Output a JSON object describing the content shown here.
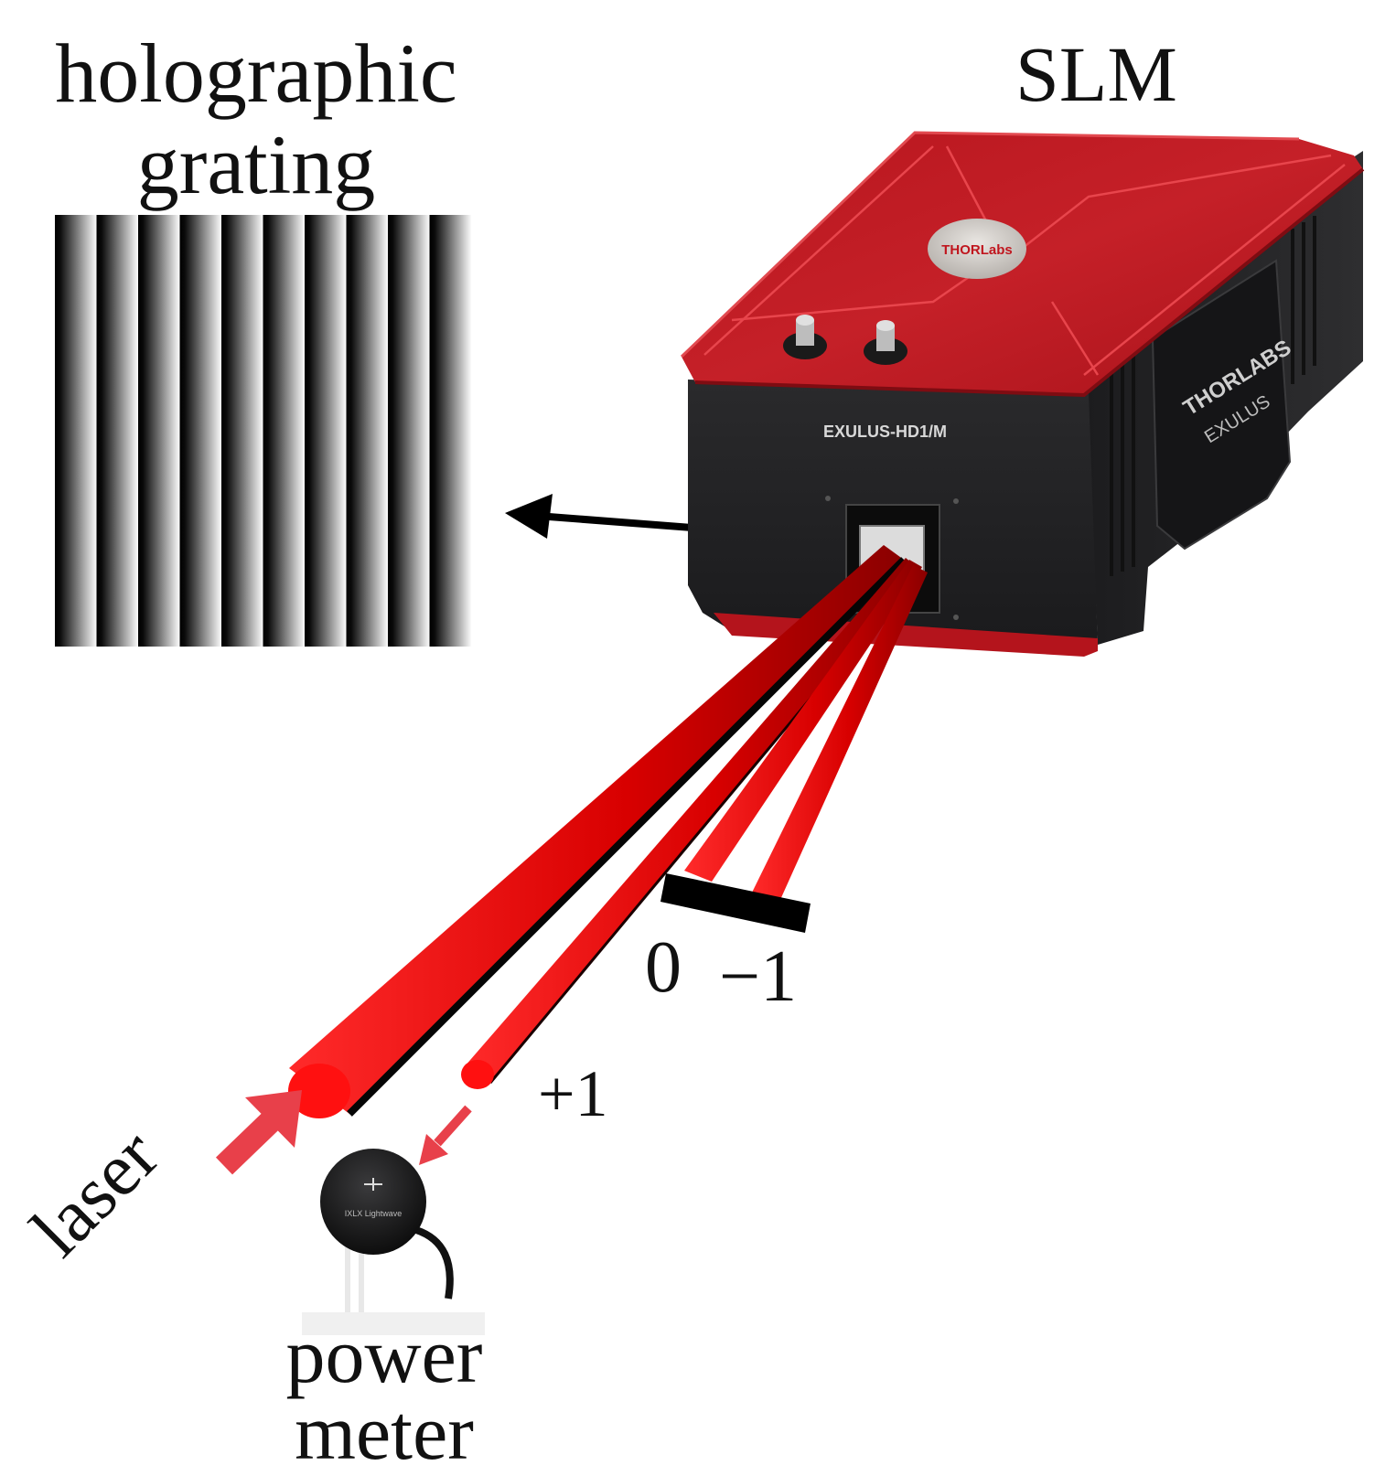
{
  "labels": {
    "grating_line1": "holographic",
    "grating_line2": "grating",
    "slm": "SLM",
    "order_zero": "0",
    "order_minus_one": "−1",
    "order_plus_one": "+1",
    "laser": "laser",
    "power_meter_line1": "power",
    "power_meter_line2": "meter"
  },
  "device": {
    "model_text": "EXULUS-HD1/M",
    "side_brand": "THORLABS",
    "side_sub": "EXULUS",
    "top_logo": "THORLabs",
    "power_meter_text": "IXLX Lightwave"
  },
  "colors": {
    "beam": "#e00000",
    "beam_dark": "#9a0000",
    "arrow_light": "#e8404a",
    "slm_red": "#c01c24",
    "slm_black": "#202022"
  },
  "grating": {
    "periods": 10
  }
}
